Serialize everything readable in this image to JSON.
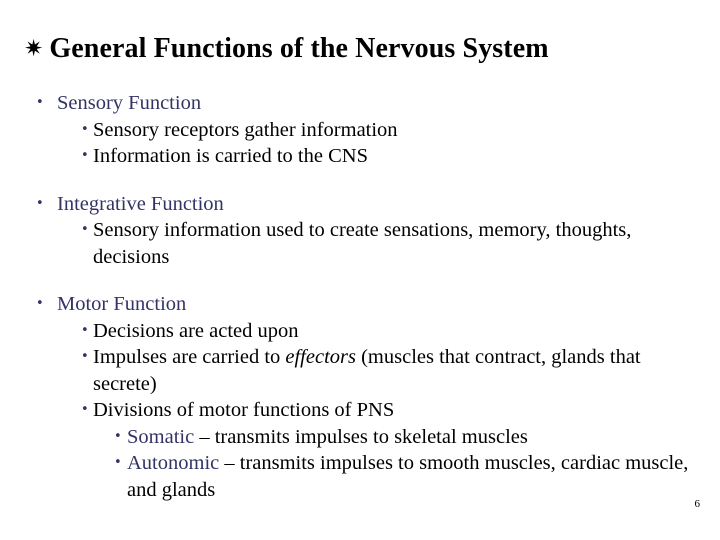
{
  "slide": {
    "title_bullet_icon": "eight-pointed-star",
    "title_star_glyph": "✷",
    "title": "General Functions of the Nervous System",
    "page_number": "6",
    "colors": {
      "navy": "#333366",
      "black": "#000000",
      "background": "#ffffff"
    },
    "bullet_glyph": "•",
    "blocks": [
      {
        "heading": "Sensory Function",
        "sub_items": [
          "Sensory receptors gather information",
          "Information is carried to the CNS"
        ]
      },
      {
        "heading": "Integrative Function",
        "sub_items": [
          "Sensory information used to create sensations, memory, thoughts, decisions"
        ]
      },
      {
        "heading": "Motor Function",
        "sub_items": [
          "Decisions are acted upon",
          "Impulses are carried to effectors (muscles that contract, glands that secrete)",
          "Divisions of motor functions of PNS"
        ],
        "impulses_line": {
          "before": "Impulses are carried to ",
          "italic": "effectors",
          "after": " (muscles that contract, glands that secrete)"
        },
        "sub_sub_items": [
          {
            "term": "Somatic",
            "dash": " – ",
            "rest": "transmits impulses to skeletal muscles"
          },
          {
            "term": "Autonomic",
            "dash": " – ",
            "rest": "transmits impulses to smooth muscles, cardiac muscle, and glands"
          }
        ]
      }
    ]
  }
}
